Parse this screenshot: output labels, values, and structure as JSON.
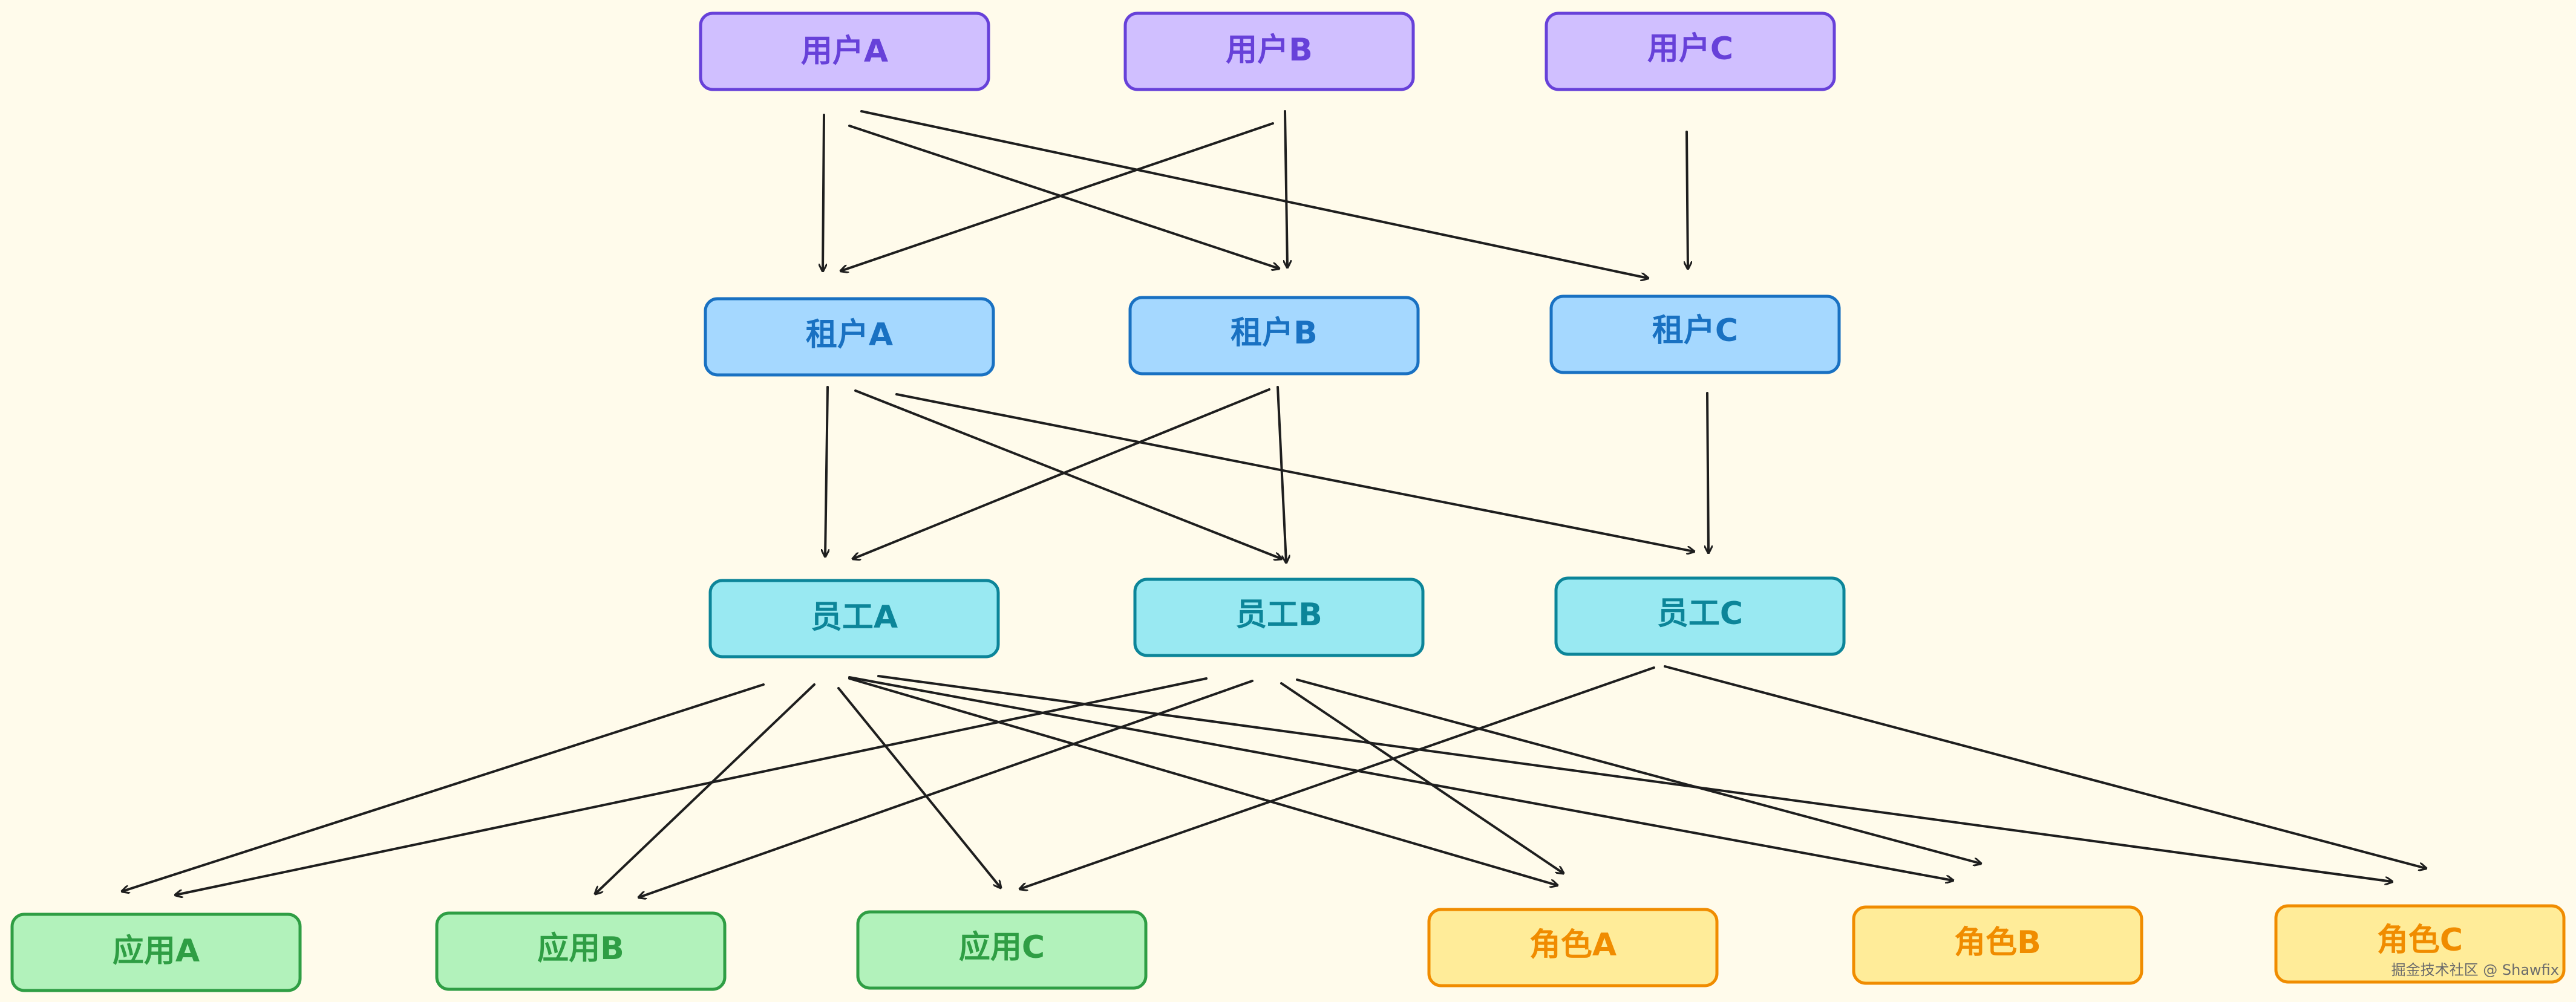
{
  "diagram": {
    "nodes": {
      "user_a": {
        "label": "用户A"
      },
      "user_b": {
        "label": "用户B"
      },
      "user_c": {
        "label": "用户C"
      },
      "tenant_a": {
        "label": "租户A"
      },
      "tenant_b": {
        "label": "租户B"
      },
      "tenant_c": {
        "label": "租户C"
      },
      "staff_a": {
        "label": "员工A"
      },
      "staff_b": {
        "label": "员工B"
      },
      "staff_c": {
        "label": "员工C"
      },
      "app_a": {
        "label": "应用A"
      },
      "app_b": {
        "label": "应用B"
      },
      "app_c": {
        "label": "应用C"
      },
      "role_a": {
        "label": "角色A"
      },
      "role_b": {
        "label": "角色B"
      },
      "role_c": {
        "label": "角色C"
      }
    },
    "edges": [
      [
        "user_a",
        "tenant_a"
      ],
      [
        "user_a",
        "tenant_b"
      ],
      [
        "user_a",
        "tenant_c"
      ],
      [
        "user_b",
        "tenant_a"
      ],
      [
        "user_b",
        "tenant_b"
      ],
      [
        "user_c",
        "tenant_c"
      ],
      [
        "tenant_a",
        "staff_a"
      ],
      [
        "tenant_a",
        "staff_b"
      ],
      [
        "tenant_a",
        "staff_c"
      ],
      [
        "tenant_b",
        "staff_a"
      ],
      [
        "tenant_b",
        "staff_b"
      ],
      [
        "tenant_c",
        "staff_c"
      ],
      [
        "staff_a",
        "app_a"
      ],
      [
        "staff_a",
        "app_b"
      ],
      [
        "staff_a",
        "app_c"
      ],
      [
        "staff_a",
        "role_a"
      ],
      [
        "staff_a",
        "role_b"
      ],
      [
        "staff_a",
        "role_c"
      ],
      [
        "staff_b",
        "app_a"
      ],
      [
        "staff_b",
        "app_b"
      ],
      [
        "staff_b",
        "role_a"
      ],
      [
        "staff_b",
        "role_b"
      ],
      [
        "staff_c",
        "app_c"
      ],
      [
        "staff_c",
        "role_c"
      ]
    ],
    "colors": {
      "user": {
        "fill": "#d0bfff",
        "stroke": "#6741d9",
        "text": "#6741d9"
      },
      "tenant": {
        "fill": "#a5d8ff",
        "stroke": "#1971c2",
        "text": "#1971c2"
      },
      "staff": {
        "fill": "#99e9f2",
        "stroke": "#0c8599",
        "text": "#0c8599"
      },
      "app": {
        "fill": "#b2f2bb",
        "stroke": "#2f9e44",
        "text": "#2f9e44"
      },
      "role": {
        "fill": "#ffec99",
        "stroke": "#f08c00",
        "text": "#f08c00"
      },
      "arrow": "#1e1e1e"
    }
  },
  "watermark": {
    "text": "掘金技术社区 @ Shawfix"
  }
}
